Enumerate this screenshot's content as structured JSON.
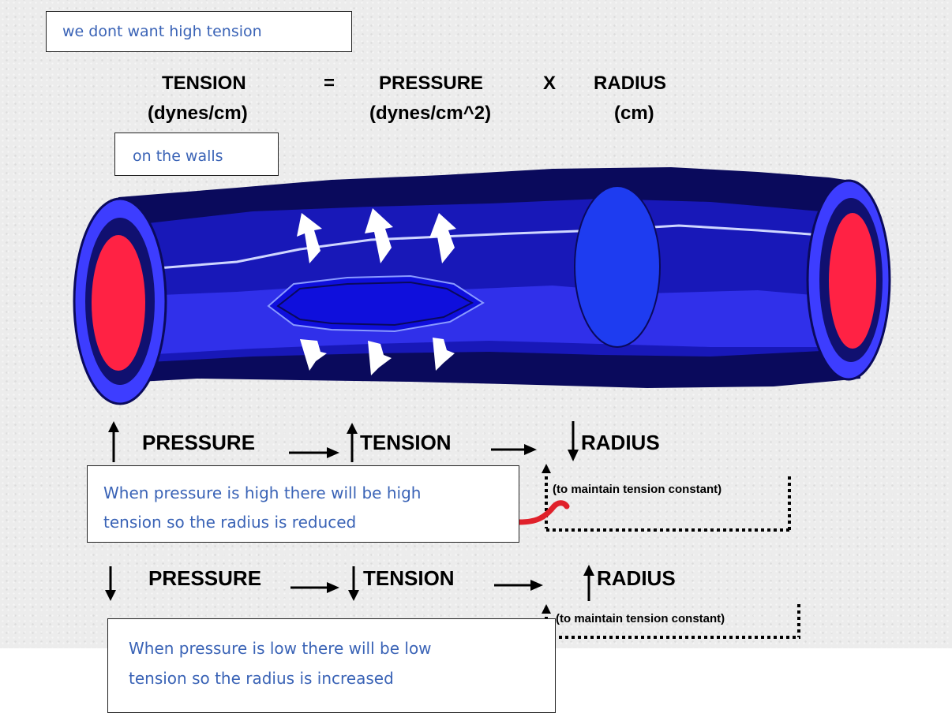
{
  "notes": {
    "tension": "we dont want high tension",
    "walls": "on the walls",
    "high_pressure_line1": "When pressure is high there will be high",
    "high_pressure_line2": "tension so the radius is reduced",
    "low_pressure_line1": "When pressure is low there will be low",
    "low_pressure_line2": "tension so the radius is increased"
  },
  "equation": {
    "tension": "TENSION",
    "equals": "=",
    "pressure": "PRESSURE",
    "times": "X",
    "radius": "RADIUS",
    "tension_unit": "(dynes/cm)",
    "pressure_unit": "(dynes/cm^2)",
    "radius_unit": "(cm)"
  },
  "row_high": {
    "pressure": "PRESSURE",
    "tension": "TENSION",
    "radius": "RADIUS",
    "note": "(to maintain tension constant)"
  },
  "row_low": {
    "pressure": "PRESSURE",
    "tension": "TENSION",
    "radius": "RADIUS",
    "note": "(to maintain tension constant)"
  },
  "colors": {
    "vessel_dark": "#0a0a5c",
    "vessel_mid": "#1818b8",
    "vessel_light": "#3a3aff",
    "lumen": "#ff2244",
    "note_text": "#3a63b6",
    "annotation_red": "#e0202a"
  }
}
